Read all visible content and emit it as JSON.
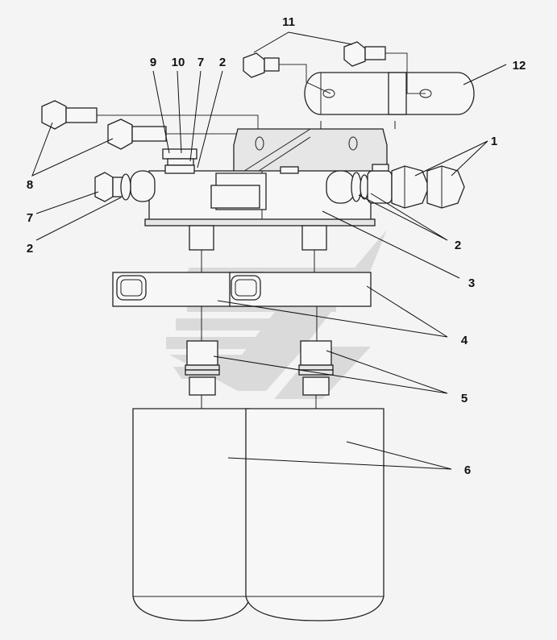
{
  "diagram": {
    "callouts": {
      "c1": "1",
      "c2_top": "2",
      "c2_left": "2",
      "c2_right": "2",
      "c3": "3",
      "c4": "4",
      "c5": "5",
      "c6": "6",
      "c7_top": "7",
      "c7_left": "7",
      "c8": "8",
      "c9": "9",
      "c10": "10",
      "c11": "11",
      "c12": "12"
    },
    "colors": {
      "line": "#222222",
      "watermark": "#c8c8c8",
      "background": "#f4f4f4"
    }
  }
}
